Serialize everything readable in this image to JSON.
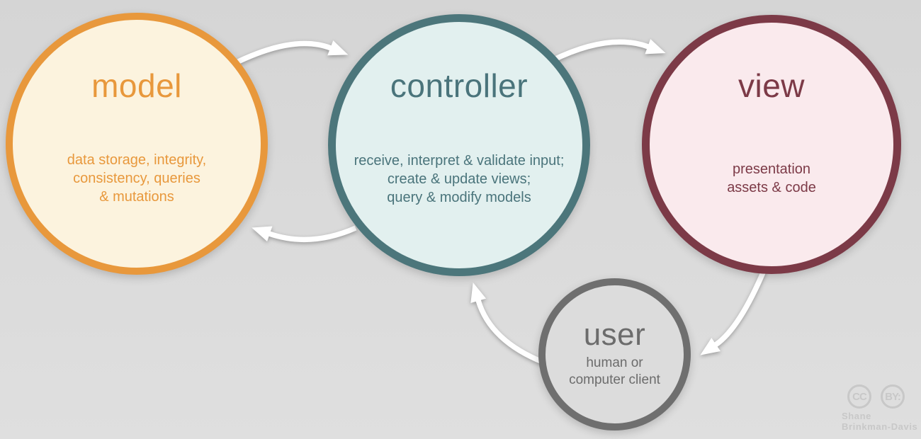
{
  "diagram": {
    "type": "cycle-diagram",
    "subject": "model-view-controller architecture"
  },
  "background": {
    "top": "#d5d5d5",
    "bottom": "#dfdfdf"
  },
  "arrows": {
    "color": "#ffffff"
  },
  "nodes": [
    {
      "id": "model",
      "title": "model",
      "description": "data storage, integrity,\nconsistency, queries\n& mutations",
      "colors": {
        "border": "#e8983c",
        "fill": "#fcf3de",
        "text": "#e8983c"
      }
    },
    {
      "id": "controller",
      "title": "controller",
      "description": "receive, interpret & validate input;\ncreate & update views;\nquery & modify models",
      "colors": {
        "border": "#4c767b",
        "fill": "#e2f0ef",
        "text": "#4a747b"
      }
    },
    {
      "id": "view",
      "title": "view",
      "description": "presentation\nassets & code",
      "colors": {
        "border": "#7c3a47",
        "fill": "#faeaed",
        "text": "#7c3a47"
      }
    },
    {
      "id": "user",
      "title": "user",
      "description": "human or\ncomputer client",
      "colors": {
        "border": "#6f6f6f",
        "fill": "#dcdcdc",
        "text": "#6c6c6c"
      }
    }
  ],
  "edges": [
    {
      "from": "model",
      "to": "controller"
    },
    {
      "from": "controller",
      "to": "view"
    },
    {
      "from": "controller",
      "to": "model"
    },
    {
      "from": "view",
      "to": "user"
    },
    {
      "from": "user",
      "to": "controller"
    }
  ],
  "attribution": {
    "icons": [
      "CC",
      "BY:"
    ],
    "author": "Shane\nBrinkman-Davis",
    "color": "#c8c8c8"
  }
}
